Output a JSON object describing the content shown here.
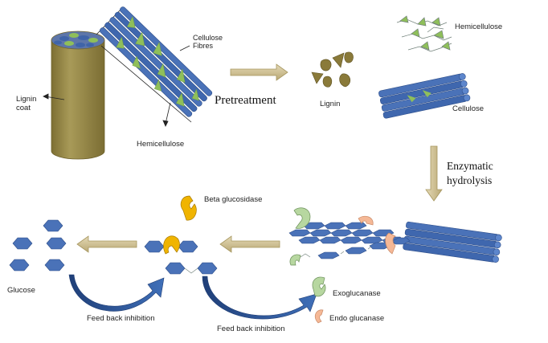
{
  "labels": {
    "lignin_coat": [
      "Lignin",
      "coat"
    ],
    "cellulose_fibres": [
      "Cellulose",
      "Fibres"
    ],
    "hemicellulose_left": "Hemicellulose",
    "pretreatment": "Pretreatment",
    "hemicellulose_right": "Hemicellulose",
    "lignin": "Lignin",
    "cellulose": "Cellulose",
    "enzymatic_hydrolysis": [
      "Enzymatic",
      "hydrolysis"
    ],
    "beta_glucosidase": "Beta glucosidase",
    "glucose": "Glucose",
    "feedback_inhibition_1": "Feed back inhibition",
    "feedback_inhibition_2": "Feed back inhibition",
    "exoglucanase": "Exoglucanase",
    "endo_glucanase": "Endo glucanase"
  },
  "colors": {
    "lignin_coat": "#9b8b4b",
    "fibre_blue": "#4a72b8",
    "fibre_dark": "#2f4f8a",
    "hemicellulose_green": "#8fbf5a",
    "lignin_piece": "#8a7a3a",
    "process_arrow": "#c8b98a",
    "feedback_arrow": "#2a4f8e",
    "beta_enzyme": "#f0b400",
    "exo_enzyme": "#b7d7a0",
    "endo_enzyme": "#f5b896"
  }
}
